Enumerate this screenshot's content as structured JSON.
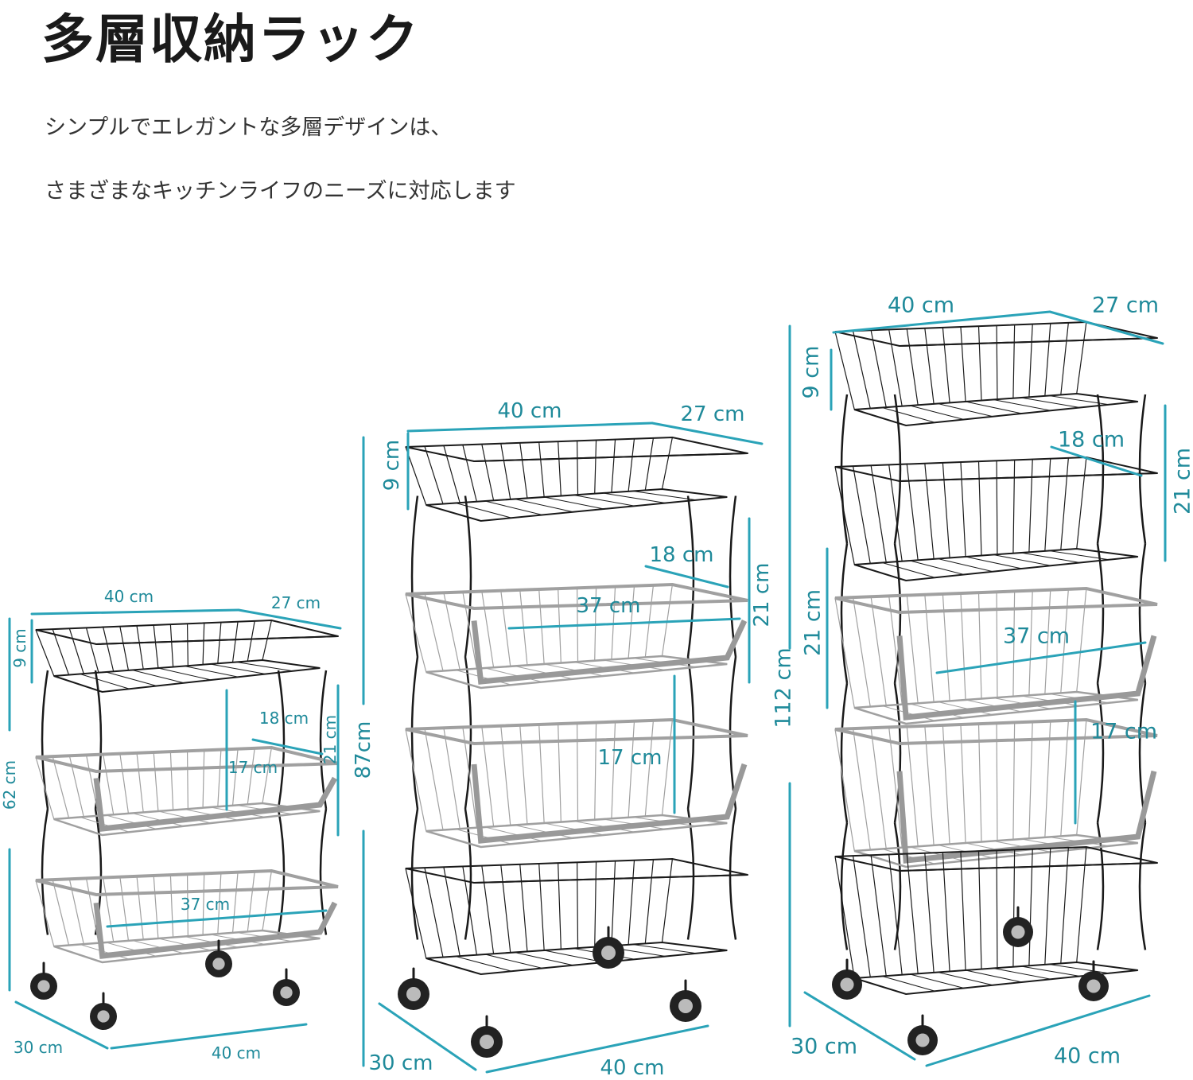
{
  "header": {
    "title": "多層収納ラック",
    "description": [
      "シンプルでエレガントな多層デザインは、",
      "さまざまなキッチンライフのニーズに対応します"
    ]
  },
  "colors": {
    "dimension": "#2aa3b8",
    "label": "#1f8a9a",
    "wire": "#1a1a1a",
    "wire_light": "#a0a0a0"
  },
  "racks": [
    {
      "tiers": 3,
      "labels": {
        "top_width": "40 cm",
        "top_depth": "27 cm",
        "basket_height": "9 cm",
        "total_height": "62 cm",
        "open_depth": "18 cm",
        "tier_spacing": "21 cm",
        "inner_height": "17 cm",
        "inner_width": "37 cm",
        "base_depth": "30 cm",
        "base_width": "40 cm"
      }
    },
    {
      "tiers": 4,
      "labels": {
        "top_width": "40 cm",
        "top_depth": "27 cm",
        "basket_height": "9 cm",
        "total_height": "87cm",
        "open_depth": "18 cm",
        "tier_spacing": "21 cm",
        "inner_width": "37 cm",
        "inner_height": "17 cm",
        "base_depth": "30 cm",
        "base_width": "40 cm"
      }
    },
    {
      "tiers": 5,
      "labels": {
        "top_width": "40 cm",
        "top_depth": "27 cm",
        "basket_height": "9 cm",
        "total_height": "112 cm",
        "open_depth": "18 cm",
        "tier_spacing_right": "21 cm",
        "tier_spacing_left": "21 cm",
        "inner_width": "37 cm",
        "inner_height": "17 cm",
        "base_depth": "30 cm",
        "base_width": "40 cm"
      }
    }
  ]
}
